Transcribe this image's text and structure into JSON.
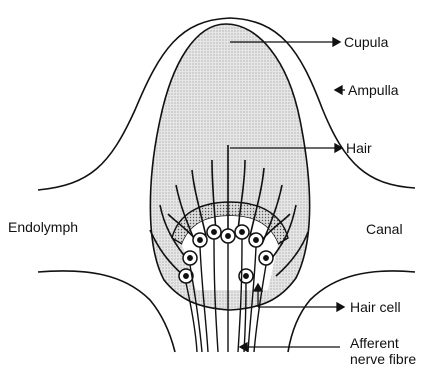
{
  "labels": {
    "cupula": "Cupula",
    "ampulla": "Ampulla",
    "hair": "Hair",
    "endolymph": "Endolymph",
    "canal": "Canal",
    "hair_cell": "Hair cell",
    "afferent_line1": "Afferent",
    "afferent_line2": "nerve fibre"
  },
  "colors": {
    "ink": "#111111",
    "stipple": "#9a9a9a",
    "background": "#ffffff"
  }
}
